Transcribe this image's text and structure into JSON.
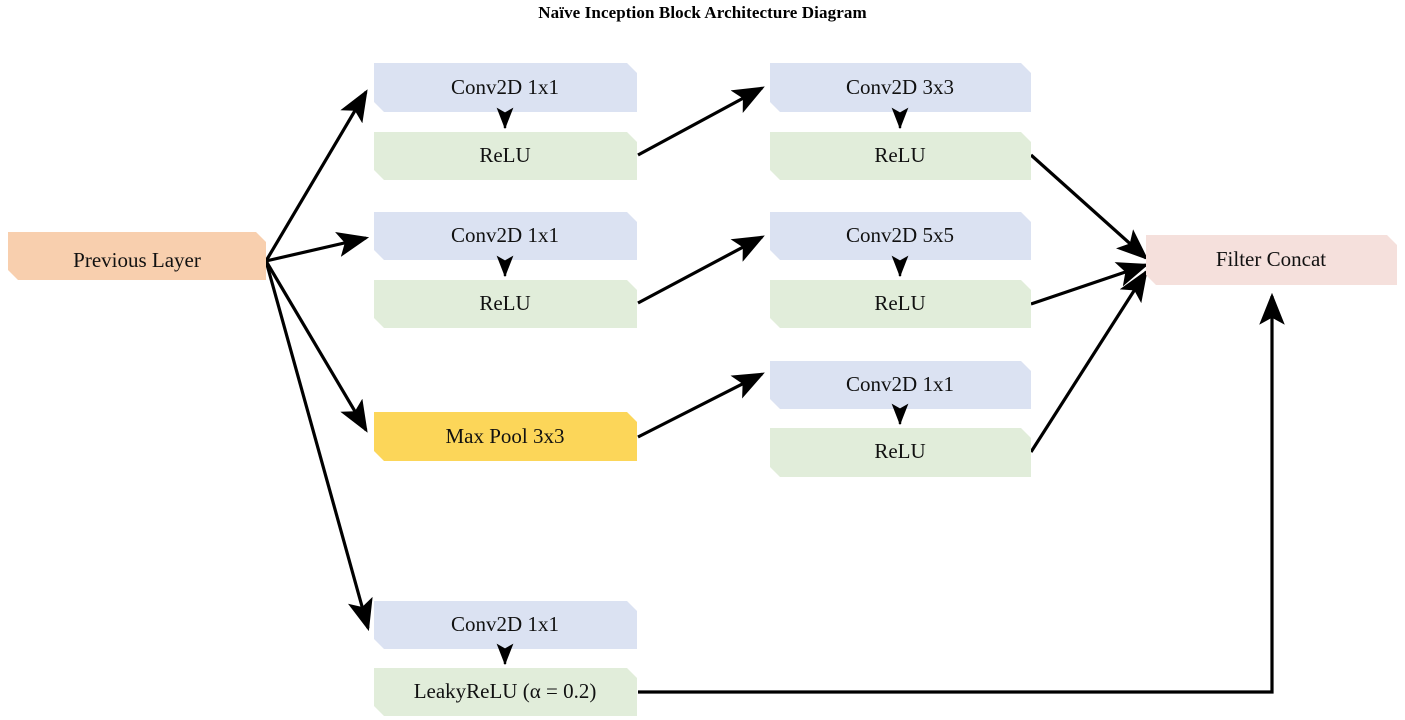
{
  "title": "Naïve Inception Block Architecture Diagram",
  "colors": {
    "input": "#f8cfae",
    "conv": "#dbe2f2",
    "activation": "#e1edda",
    "pool": "#fcd659",
    "concat": "#f5e0dc",
    "edge": "#000000",
    "text": "#111111",
    "background": "#ffffff"
  },
  "nodes": {
    "previous_layer": {
      "label": "Previous Layer",
      "type": "input"
    },
    "branch1_conv": {
      "label": "Conv2D 1x1",
      "type": "conv"
    },
    "branch1_act": {
      "label": "ReLU",
      "type": "activation"
    },
    "branch1_conv2": {
      "label": "Conv2D 3x3",
      "type": "conv"
    },
    "branch1_act2": {
      "label": "ReLU",
      "type": "activation"
    },
    "branch2_conv": {
      "label": "Conv2D 1x1",
      "type": "conv"
    },
    "branch2_act": {
      "label": "ReLU",
      "type": "activation"
    },
    "branch2_conv2": {
      "label": "Conv2D 5x5",
      "type": "conv"
    },
    "branch2_act2": {
      "label": "ReLU",
      "type": "activation"
    },
    "branch3_pool": {
      "label": "Max Pool 3x3",
      "type": "pool"
    },
    "branch3_conv": {
      "label": "Conv2D 1x1",
      "type": "conv"
    },
    "branch3_act": {
      "label": "ReLU",
      "type": "activation"
    },
    "branch4_conv": {
      "label": "Conv2D 1x1",
      "type": "conv"
    },
    "branch4_act": {
      "label": "LeakyReLU (α = 0.2)",
      "type": "activation"
    },
    "filter_concat": {
      "label": "Filter Concat",
      "type": "concat"
    }
  }
}
